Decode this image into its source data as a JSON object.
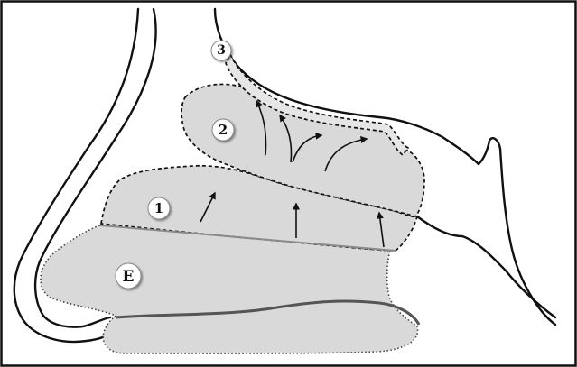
{
  "colors": {
    "region_fill": "#d9d9d9",
    "outline": "#111111",
    "frame": "#111111",
    "muscle_line": "#555555"
  },
  "regions": [
    {
      "id": "1",
      "label": "1",
      "border": "dashed"
    },
    {
      "id": "2",
      "label": "2",
      "border": "dashed"
    },
    {
      "id": "3",
      "label": "3",
      "border": "dashed"
    },
    {
      "id": "E",
      "label": "E",
      "border": "dotted"
    }
  ]
}
